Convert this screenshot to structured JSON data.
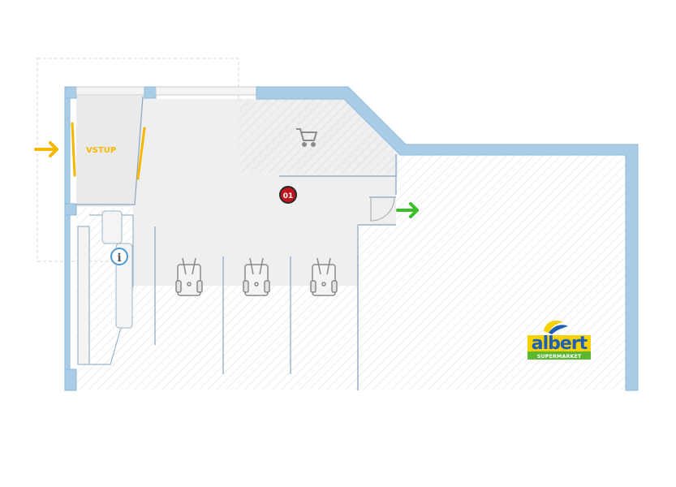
{
  "map": {
    "entrance_label": "VSTUP",
    "checkout_badge": "01",
    "info_icon_text": "i",
    "brand": {
      "name": "albert",
      "tagline": "SUPERMARKET",
      "color_yellow": "#f5d100",
      "color_blue": "#1d5fb4",
      "color_green": "#5cb833"
    },
    "colors": {
      "wall": "#a9cde6",
      "wall_stroke": "#8db8d6",
      "floor": "#efefef",
      "accent_yellow": "#f5b800",
      "exit_green": "#3bbf2a",
      "badge_red": "#c0151f",
      "info_blue": "#4a9ad4",
      "interior_line": "#8aa5bf"
    },
    "icons": {
      "entrance": "arrow-right-icon",
      "exit": "arrow-right-icon",
      "cart": "shopping-cart-icon",
      "info": "info-icon",
      "trolley": "trolley-icon"
    }
  }
}
